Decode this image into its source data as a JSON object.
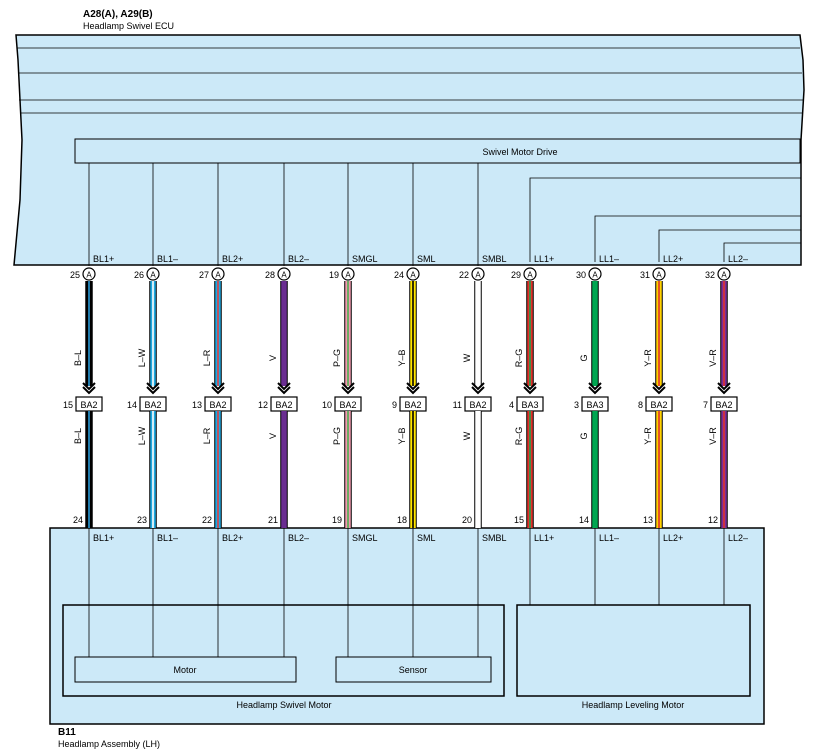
{
  "ecu": {
    "code": "A28(A), A29(B)",
    "name": "Headlamp Swivel ECU",
    "block": "Swivel Motor Drive",
    "connector": "A",
    "colors": {
      "body": "#cce9f8",
      "line": "#000000"
    }
  },
  "junction": {
    "ba2": "BA2",
    "ba3": "BA3"
  },
  "assembly": {
    "code": "B11",
    "name": "Headlamp Assembly (LH)",
    "swivel_motor": "Headlamp Swivel Motor",
    "leveling_motor": "Headlamp Leveling Motor",
    "motor": "Motor",
    "sensor": "Sensor"
  },
  "wires": [
    {
      "ecu_pin": "25",
      "signal": "BL1+",
      "color_code": "B–L",
      "junction": "BA2",
      "junction_pin": "15",
      "assy_pin": "24",
      "colors": [
        "#000000",
        "#2a9ad6"
      ]
    },
    {
      "ecu_pin": "26",
      "signal": "BL1–",
      "color_code": "L–W",
      "junction": "BA2",
      "junction_pin": "14",
      "assy_pin": "23",
      "colors": [
        "#1ea8e0",
        "#ffffff"
      ]
    },
    {
      "ecu_pin": "27",
      "signal": "BL2+",
      "color_code": "L–R",
      "junction": "BA2",
      "junction_pin": "13",
      "assy_pin": "22",
      "colors": [
        "#1ea8e0",
        "#e04040"
      ]
    },
    {
      "ecu_pin": "28",
      "signal": "BL2–",
      "color_code": "V",
      "junction": "BA2",
      "junction_pin": "12",
      "assy_pin": "21",
      "colors": [
        "#6a2d91"
      ]
    },
    {
      "ecu_pin": "19",
      "signal": "SMGL",
      "color_code": "P–G",
      "junction": "BA2",
      "junction_pin": "10",
      "assy_pin": "19",
      "colors": [
        "#f49ab0",
        "#4caf50"
      ]
    },
    {
      "ecu_pin": "24",
      "signal": "SML",
      "color_code": "Y–B",
      "junction": "BA2",
      "junction_pin": "9",
      "assy_pin": "18",
      "colors": [
        "#ffe600",
        "#000000"
      ]
    },
    {
      "ecu_pin": "22",
      "signal": "SMBL",
      "color_code": "W",
      "junction": "BA2",
      "junction_pin": "11",
      "assy_pin": "20",
      "colors": [
        "#ffffff"
      ]
    },
    {
      "ecu_pin": "29",
      "signal": "LL1+",
      "color_code": "R–G",
      "junction": "BA3",
      "junction_pin": "4",
      "assy_pin": "15",
      "colors": [
        "#e0312b",
        "#1ea04a"
      ]
    },
    {
      "ecu_pin": "30",
      "signal": "LL1–",
      "color_code": "G",
      "junction": "BA3",
      "junction_pin": "3",
      "assy_pin": "14",
      "colors": [
        "#00a651"
      ]
    },
    {
      "ecu_pin": "31",
      "signal": "LL2+",
      "color_code": "Y–R",
      "junction": "BA2",
      "junction_pin": "8",
      "assy_pin": "13",
      "colors": [
        "#ffd200",
        "#e0312b"
      ]
    },
    {
      "ecu_pin": "32",
      "signal": "LL2–",
      "color_code": "V–R",
      "junction": "BA2",
      "junction_pin": "7",
      "assy_pin": "12",
      "colors": [
        "#7b2d96",
        "#e0312b"
      ]
    }
  ]
}
